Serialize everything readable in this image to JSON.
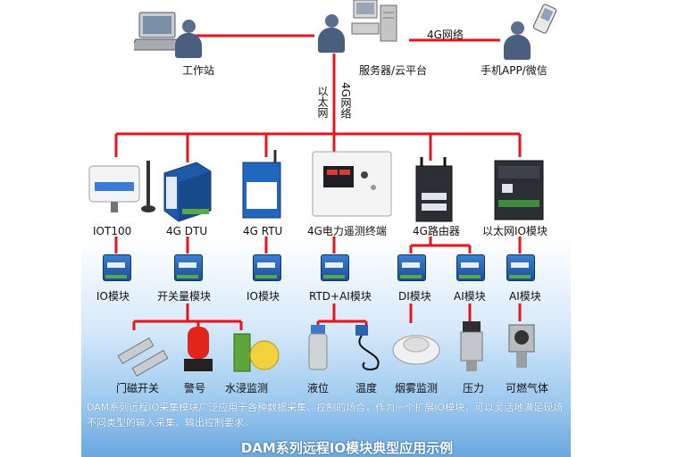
{
  "top": {
    "workstation": "工作站",
    "server": "服务器/云平台",
    "mobile": "手机APP/微信",
    "link_4g": "4G网络",
    "vertical_ethernet": "以太网",
    "vertical_4g": "4G网络"
  },
  "devices": [
    "IOT100",
    "4G DTU",
    "4G RTU",
    "4G电力遥测终端",
    "4G路由器",
    "以太网IO模块"
  ],
  "modules": [
    "IO模块",
    "开关量模块",
    "IO模块",
    "RTD+AI模块",
    "DI模块",
    "AI模块",
    "AI模块"
  ],
  "sensors": [
    "门磁开关",
    "警号",
    "水浸监测",
    "液位",
    "温度",
    "烟雾监测",
    "压力",
    "可燃气体"
  ],
  "description": "DAM系列远程IO采集模块广泛应用于各种数据采集、控制的场合，作为一个扩展IO模块，可以灵活地满足现场不同类型的输入采集、输出控制要求。",
  "footer_title": "DAM系列远程IO模块典型应用示例",
  "colors": {
    "link": "#e8141b",
    "background_bottom": "#6aa8df"
  }
}
